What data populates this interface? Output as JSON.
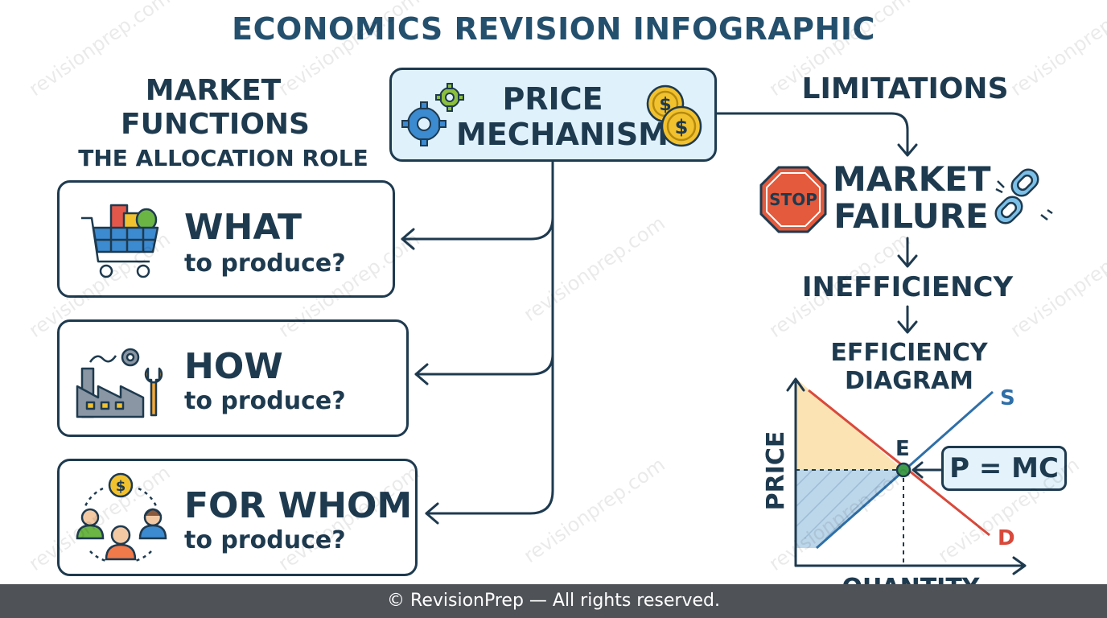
{
  "title": "ECONOMICS REVISION INFOGRAPHIC",
  "left_heading": {
    "line1": "MARKET",
    "line2": "FUNCTIONS",
    "subtitle": "THE ALLOCATION ROLE"
  },
  "center": {
    "line1": "PRICE",
    "line2": "MECHANISM"
  },
  "cards": [
    {
      "big": "WHAT",
      "small": "to produce?",
      "icon": "shopping-cart-icon"
    },
    {
      "big": "HOW",
      "small": "to produce?",
      "icon": "factory-icon"
    },
    {
      "big": "FOR WHOM",
      "small": "to produce?",
      "icon": "people-icon"
    }
  ],
  "right": {
    "limitations": "LIMITATIONS",
    "stop_sign": "STOP",
    "market_failure_line1": "MARKET",
    "market_failure_line2": "FAILURE",
    "inefficiency": "INEFFICIENCY",
    "diagram_title": "EFFICIENCY DIAGRAM"
  },
  "diagram": {
    "ylabel": "PRICE",
    "xlabel": "QUANTITY",
    "supply_label": "S",
    "demand_label": "D",
    "equilibrium_label": "E",
    "condition": "P = MC"
  },
  "colors": {
    "navy": "#1e3a4f",
    "light_blue": "#dff1fb",
    "supply_blue": "#2f6fa8",
    "demand_red": "#d9493b",
    "consumer_surplus": "#fbe3b3",
    "producer_surplus": "#bcd6ea",
    "equilibrium_green": "#3f9c4a",
    "coin_gold": "#f2c12e"
  },
  "watermark": "revisionprep.com",
  "footer": "© RevisionPrep — All rights reserved."
}
